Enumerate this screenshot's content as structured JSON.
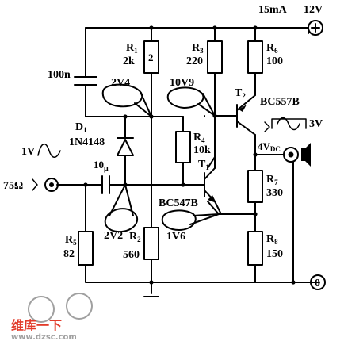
{
  "labels": {
    "current": "15mA",
    "supply": "12V",
    "plus": "+",
    "zero": "0",
    "c1": "100n",
    "r1_name": "R",
    "r1_sub": "1",
    "r1_val": "2k",
    "r1_body": "2",
    "r3_name": "R",
    "r3_sub": "3",
    "r3_val": "220",
    "r6_name": "R",
    "r6_sub": "6",
    "r6_val": "100",
    "r4_name": "R",
    "r4_sub": "4",
    "r4_val": "10k",
    "r7_name": "R",
    "r7_sub": "7",
    "r7_val": "330",
    "r2_name": "R",
    "r2_sub": "2",
    "r2_val": "560",
    "r5_name": "R",
    "r5_sub": "5",
    "r5_val": "82",
    "r8_name": "R",
    "r8_sub": "8",
    "r8_val": "150",
    "d1_name": "D",
    "d1_sub": "1",
    "d1_part": "1N4148",
    "t1_name": "T",
    "t1_sub": "1",
    "t1_part": "BC547B",
    "t2_name": "T",
    "t2_sub": "2",
    "t2_part": "BC557B",
    "coupling_cap": "10",
    "coupling_unit": "μ",
    "v_t1_base_bias": "2V4",
    "v_t2_collector": "10V9",
    "v_t1_base": "2V2",
    "v_t1_emitter": "1V6",
    "input_amp": "1V",
    "input_imp": "75Ω",
    "output_amp": "3V",
    "output_dc_value": "4V",
    "output_dc_unit": "DC",
    "watermark_cn": "维库一下",
    "watermark_url": "www.dzsc.com"
  },
  "colors": {
    "ink": "#000000",
    "watermark_red": "#e23b2a",
    "watermark_gray": "#a0a0a0"
  }
}
